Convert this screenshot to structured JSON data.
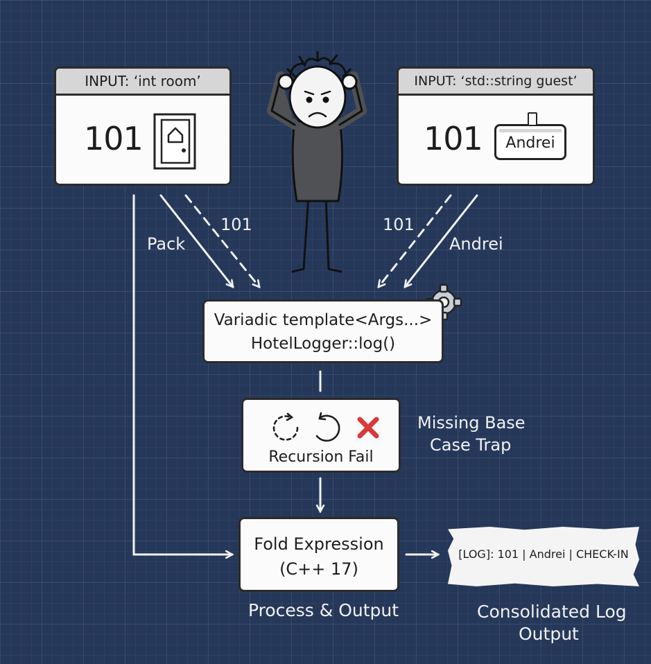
{
  "input_room": {
    "header": "INPUT: ‘int room’",
    "value": "101"
  },
  "input_guest": {
    "header": "INPUT: ‘std::string guest’",
    "value": "101",
    "tag": "Andrei"
  },
  "edges": {
    "pack": "Pack",
    "room_value": "101",
    "guest_value": "101",
    "guest_name": "Andrei"
  },
  "template_box": {
    "line1": "Variadic template<Args...>",
    "line2": "HotelLogger::log()"
  },
  "recursion_box": {
    "label": "Recursion Fail",
    "note_line1": "Missing Base",
    "note_line2": "Case Trap"
  },
  "fold_box": {
    "line1": "Fold Expression",
    "line2": "(C++ 17)",
    "caption": "Process & Output"
  },
  "log_output": {
    "text": "[LOG]: 101 | Andrei | CHECK-IN",
    "caption_line1": "Consolidated Log",
    "caption_line2": "Output"
  },
  "colors": {
    "background": "#26385a",
    "box": "#fbfbfb",
    "header": "#d6d6d6",
    "arrow": "#f2f2f2",
    "fail": "#d63a3a"
  }
}
